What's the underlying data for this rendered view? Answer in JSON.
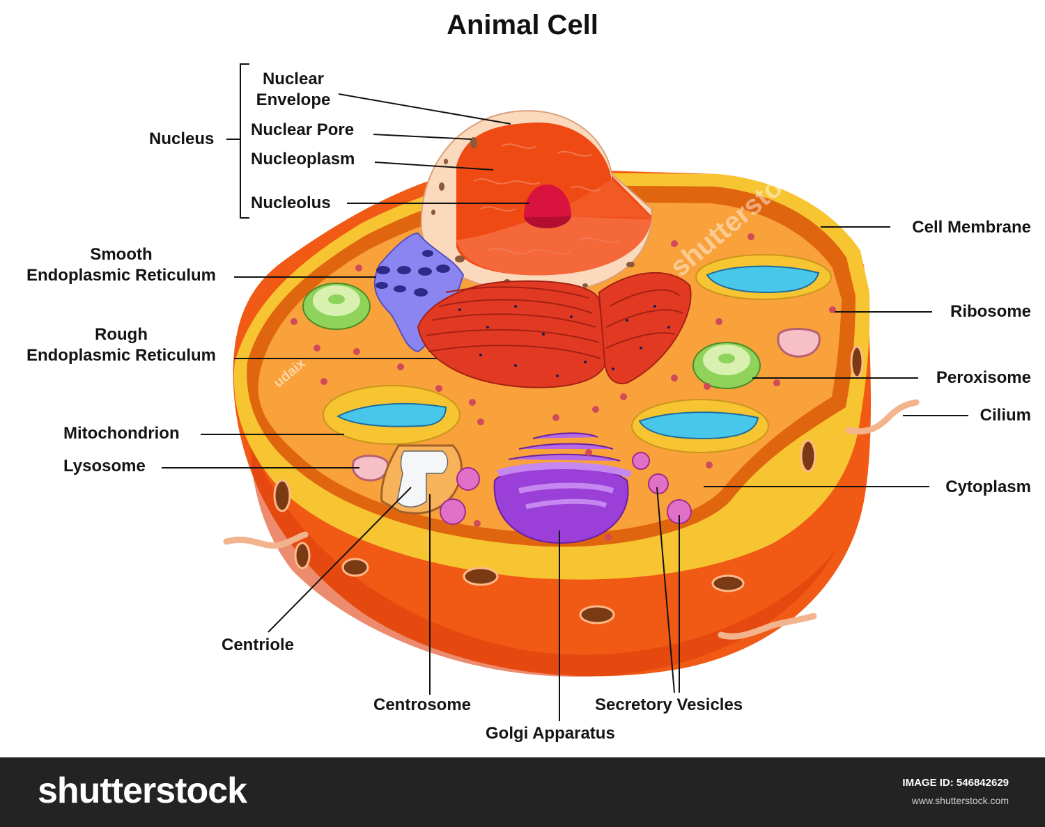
{
  "title": "Animal Cell",
  "labels": {
    "nuclear_envelope": "Nuclear\nEnvelope",
    "nuclear_pore": "Nuclear Pore",
    "nucleoplasm": "Nucleoplasm",
    "nucleolus": "Nucleolus",
    "nucleus": "Nucleus",
    "smooth_er": "Smooth\nEndoplasmic Reticulum",
    "rough_er": "Rough\nEndoplasmic Reticulum",
    "mitochondrion": "Mitochondrion",
    "lysosome": "Lysosome",
    "centriole": "Centriole",
    "centrosome": "Centrosome",
    "golgi": "Golgi Apparatus",
    "secretory_vesicles": "Secretory Vesicles",
    "cell_membrane": "Cell Membrane",
    "ribosome": "Ribosome",
    "peroxisome": "Peroxisome",
    "cilium": "Cilium",
    "cytoplasm": "Cytoplasm"
  },
  "watermark": {
    "author": "udaix",
    "brand": "shutterstock"
  },
  "footer": {
    "brand": "shutterstock",
    "image_id_text": "IMAGE ID: 546842629",
    "site": "www.shutterstock.com"
  },
  "colors": {
    "outer_wall": "#f05a14",
    "membrane": "#f6c531",
    "cytoplasm": "#f9a13a",
    "nucleoplasm": "#f04a14",
    "nucleolus": "#d8133d",
    "rough_er": "#e23a22",
    "smooth_er": "#8a85f0",
    "golgi": "#a044d8",
    "mitochondria_inner": "#49c7ea",
    "peroxisome": "#8fd35a"
  }
}
